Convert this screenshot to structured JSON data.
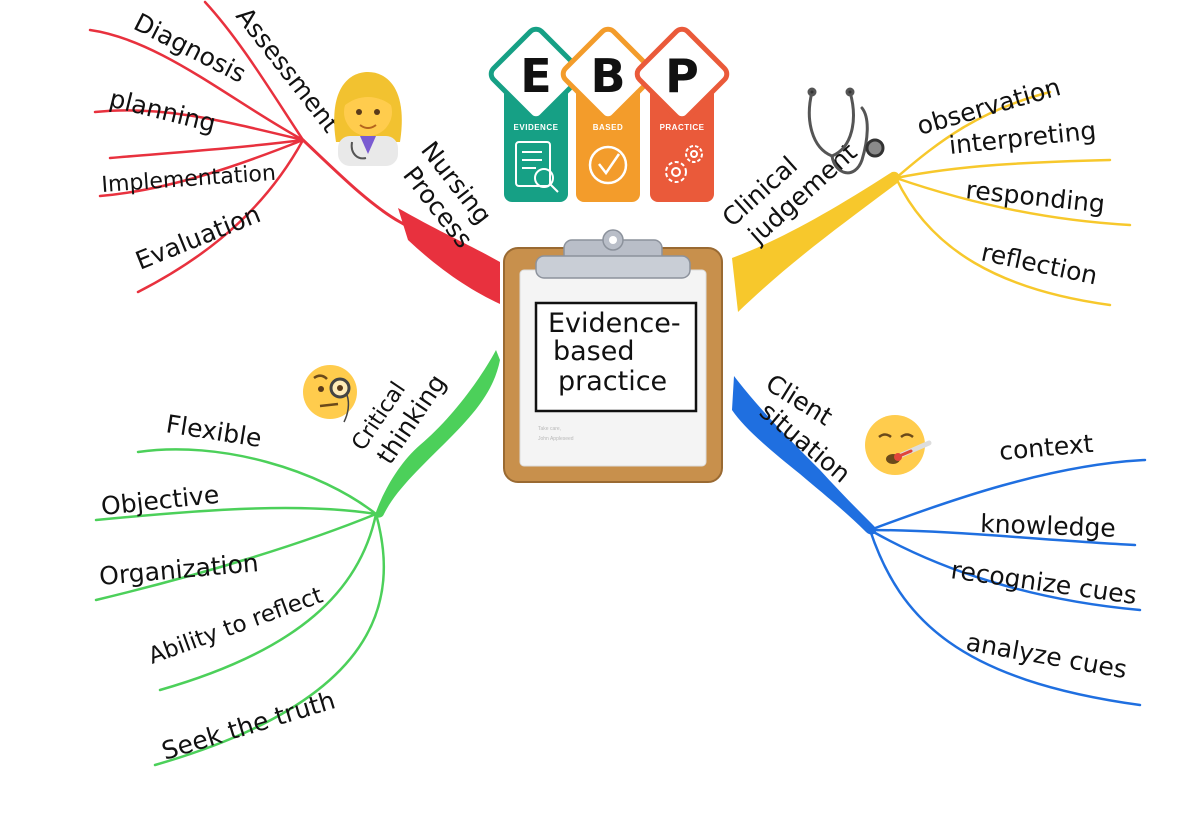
{
  "center": {
    "lines": [
      "Evidence-",
      "based",
      "practice"
    ],
    "sheet_lines": [
      "Take care,",
      "John Appleseed"
    ]
  },
  "ebp_logo": {
    "tiles": [
      {
        "letter": "E",
        "word": "EVIDENCE",
        "color": "#16a085",
        "icon": "checklist-magnifier-icon"
      },
      {
        "letter": "B",
        "word": "BASED",
        "color": "#f39c2b",
        "icon": "checkmark-circle-icon"
      },
      {
        "letter": "P",
        "word": "PRACTICE",
        "color": "#ea5a3a",
        "icon": "gears-icon"
      }
    ]
  },
  "branches": {
    "nursing_process": {
      "label_lines": [
        "Nursing",
        "Process"
      ],
      "color": "#e8313e",
      "icon": "nurse-emoji-icon",
      "items": [
        "Assessment",
        "Diagnosis",
        "planning",
        "Implementation",
        "Evaluation"
      ]
    },
    "clinical_judgement": {
      "label_lines": [
        "Clinical",
        "judgement"
      ],
      "color": "#f7c82c",
      "icon": "stethoscope-icon",
      "items": [
        "observation",
        "interpreting",
        "responding",
        "reflection"
      ]
    },
    "critical_thinking": {
      "label_lines": [
        "Critical",
        "thinking"
      ],
      "color": "#4cd05a",
      "icon": "monocle-face-emoji-icon",
      "items": [
        "Flexible",
        "Objective",
        "Organization",
        "Ability to reflect",
        "Seek the truth"
      ]
    },
    "client_situation": {
      "label_lines": [
        "Client",
        "situation"
      ],
      "color": "#1f6fe0",
      "icon": "thermometer-face-emoji-icon",
      "items": [
        "context",
        "knowledge",
        "recognize cues",
        "analyze cues"
      ]
    }
  }
}
